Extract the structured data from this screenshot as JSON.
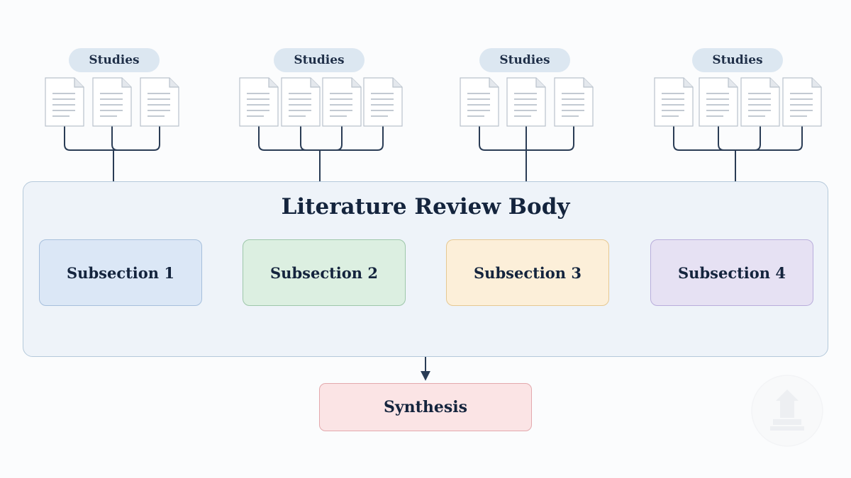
{
  "diagram": {
    "title": "Literature Review Body",
    "study_groups": [
      {
        "label": "Studies",
        "document_count": 3
      },
      {
        "label": "Studies",
        "document_count": 4
      },
      {
        "label": "Studies",
        "document_count": 3
      },
      {
        "label": "Studies",
        "document_count": 4
      }
    ],
    "subsections": [
      {
        "label": "Subsection 1",
        "fill": "#dbe7f6",
        "border": "#a6bfdc"
      },
      {
        "label": "Subsection 2",
        "fill": "#dcefe1",
        "border": "#9ec7aa"
      },
      {
        "label": "Subsection 3",
        "fill": "#fcefd9",
        "border": "#e6c892"
      },
      {
        "label": "Subsection 4",
        "fill": "#e6e1f3",
        "border": "#b9addb"
      }
    ],
    "synthesis": {
      "label": "Synthesis"
    },
    "colors": {
      "connector": "#2a3c55",
      "frame_border": "#b5c9db",
      "pill": "#dce7f1"
    }
  }
}
